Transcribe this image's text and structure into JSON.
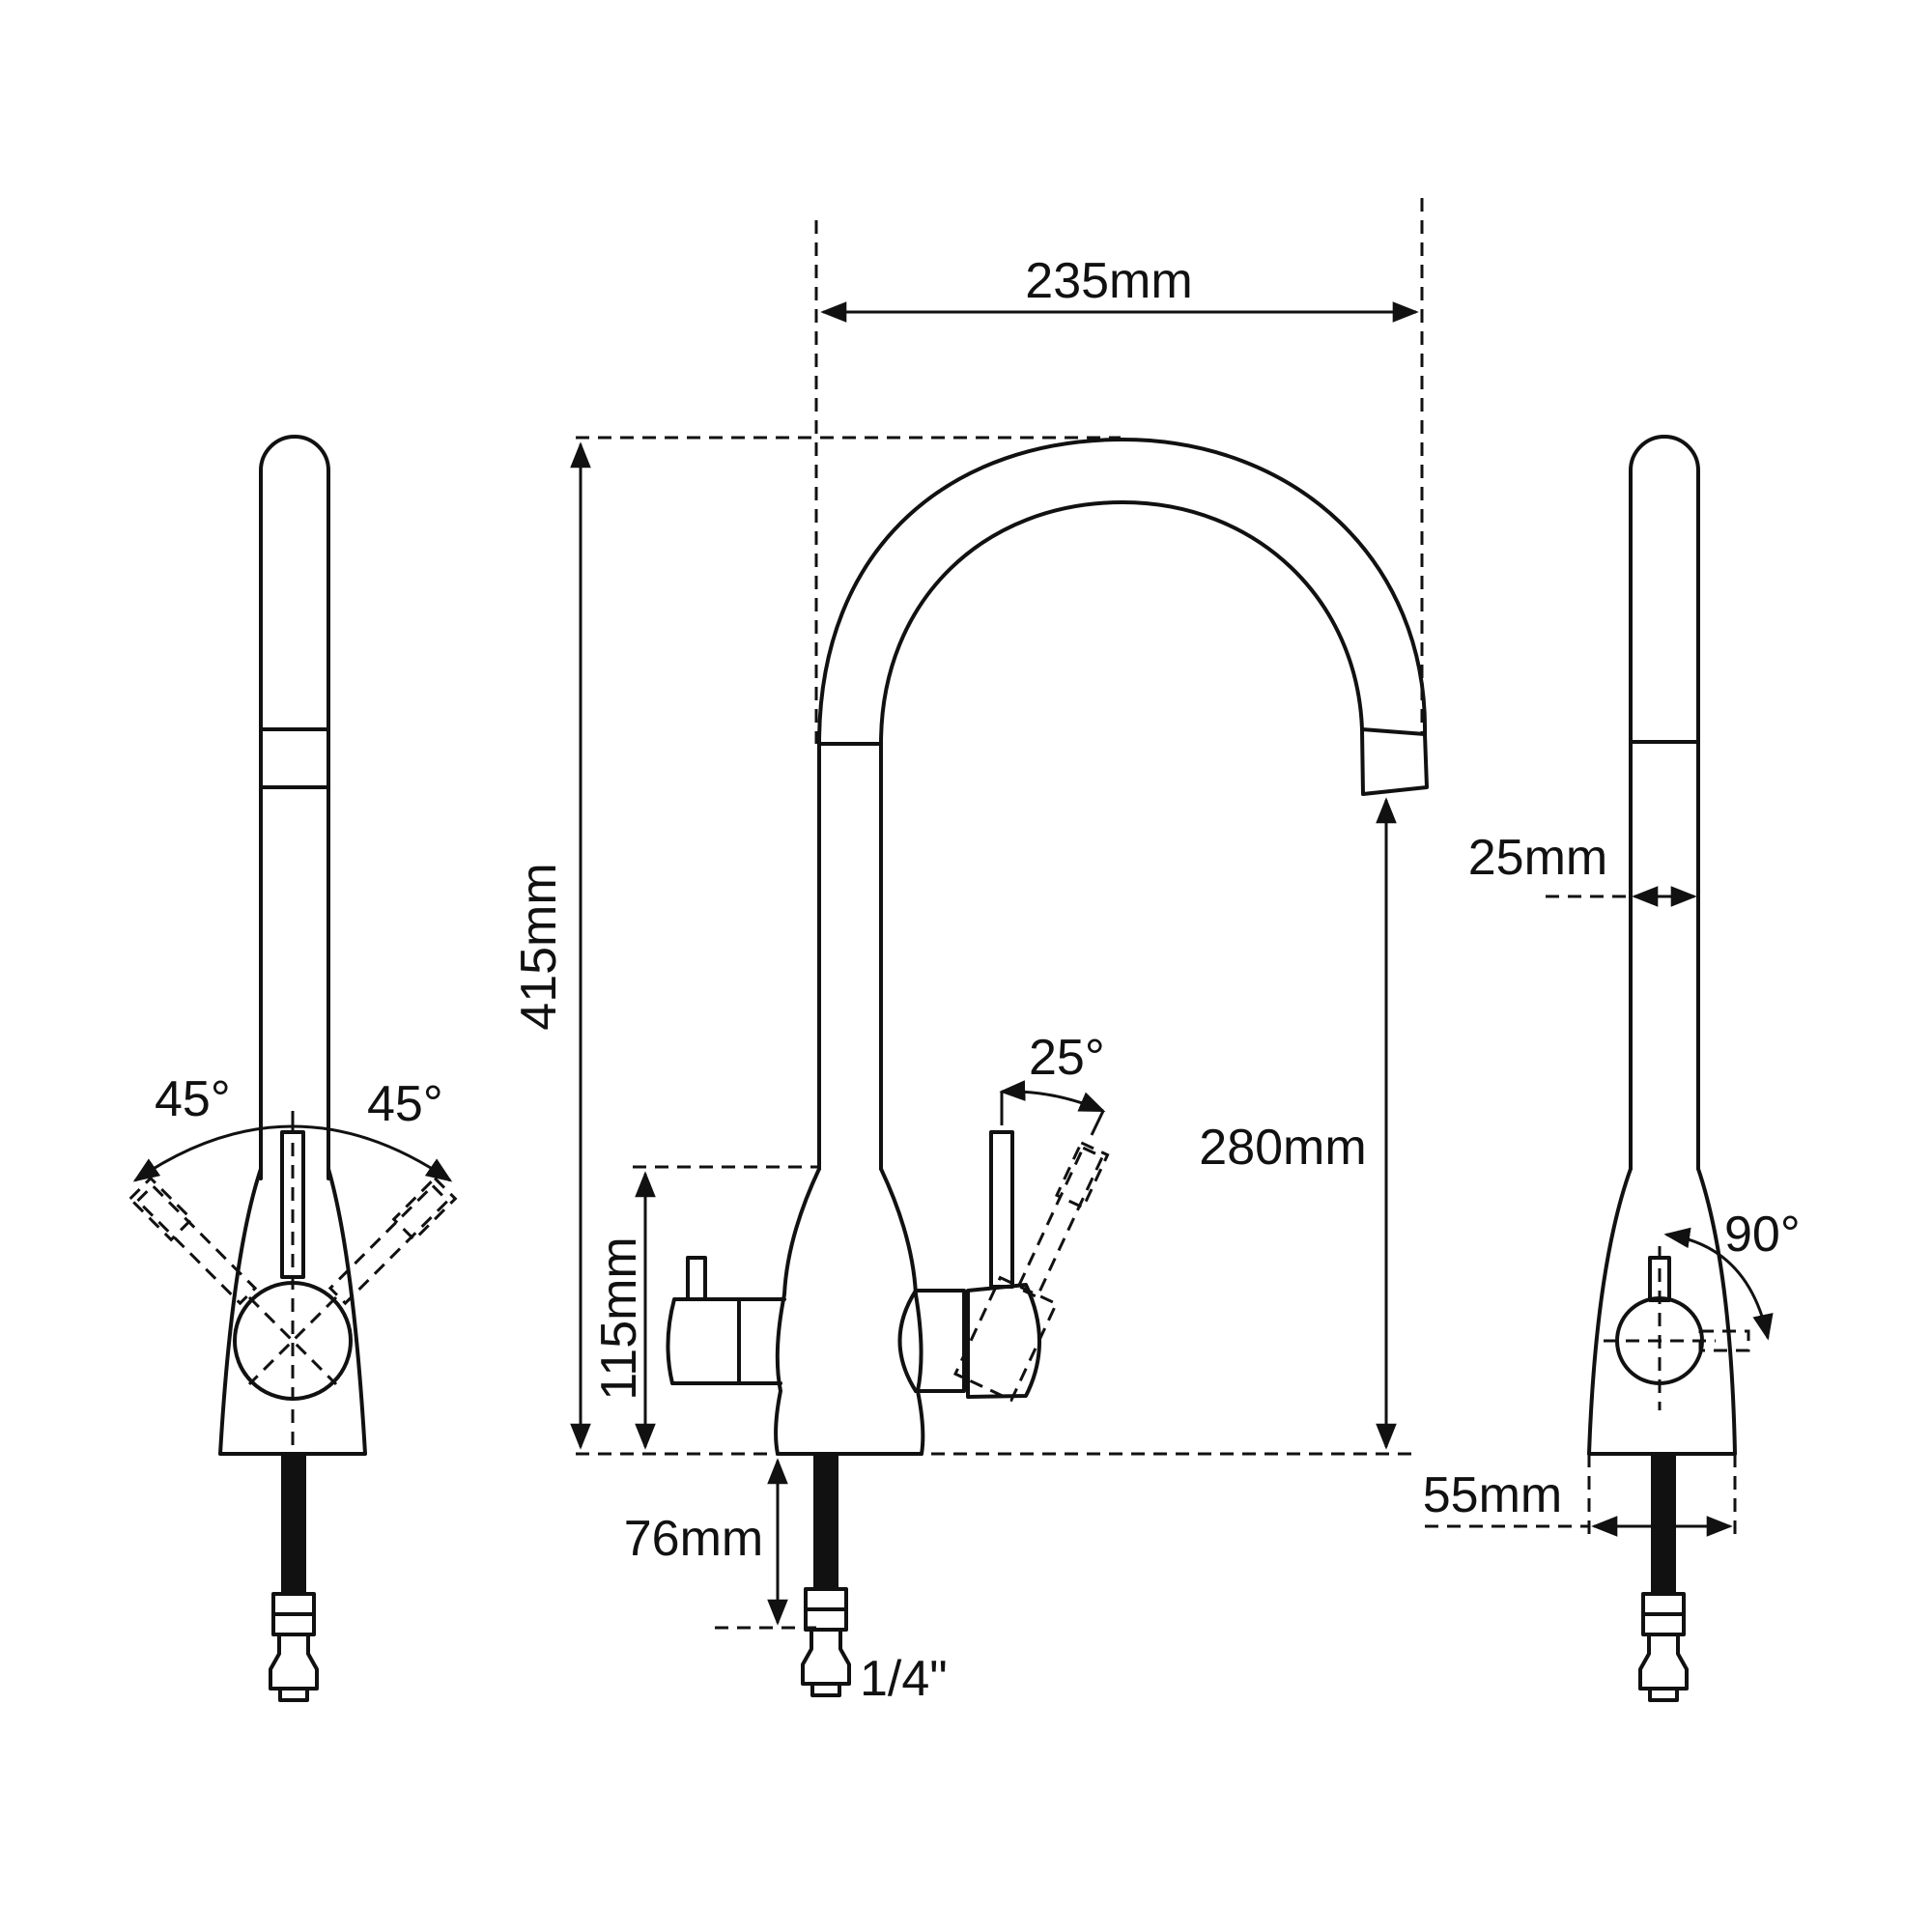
{
  "colors": {
    "line": "#111111",
    "background": "#ffffff"
  },
  "dimensions": {
    "reach": "235mm",
    "height": "415mm",
    "body_height": "115mm",
    "spout_clearance": "280mm",
    "shank_length": "76mm",
    "connection": "1/4\"",
    "spout_diameter": "25mm",
    "base_diameter": "55mm"
  },
  "angles": {
    "left_swing": "45°",
    "right_swing": "45°",
    "front_lever": "25°",
    "side_lever": "90°"
  }
}
